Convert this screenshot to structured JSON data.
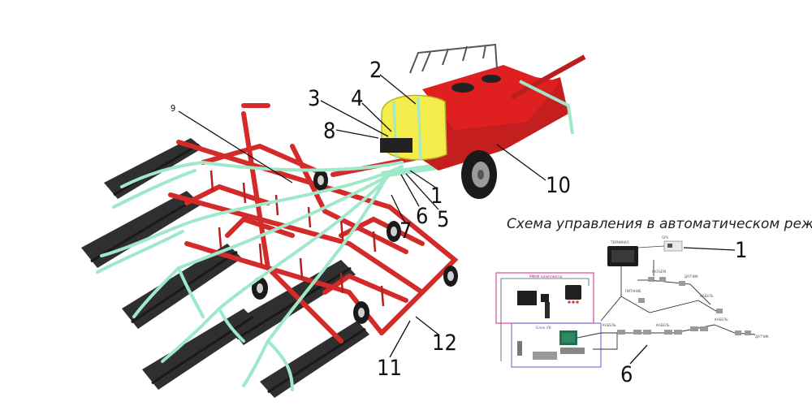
{
  "scheme": {
    "title": "Схема управления в автоматическом режиме",
    "pink_box_label": "МФЖ комплекты",
    "blue_box_label": "Блок УВ"
  },
  "callouts": [
    "1",
    "2",
    "3",
    "4",
    "5",
    "6",
    "7",
    "8",
    "9",
    "10",
    "11",
    "12"
  ],
  "scheme_callouts": [
    "1",
    "6"
  ],
  "colors": {
    "frame_red": "#d42a2a",
    "tank_red": "#e02020",
    "tank_yellow": "#f4ec4a",
    "hose_mint": "#9fe8c9",
    "disc_dark": "#333333",
    "wheel_black": "#1a1a1a",
    "pink_box": "#e04a9a",
    "blue_box": "#7a7ccf"
  }
}
